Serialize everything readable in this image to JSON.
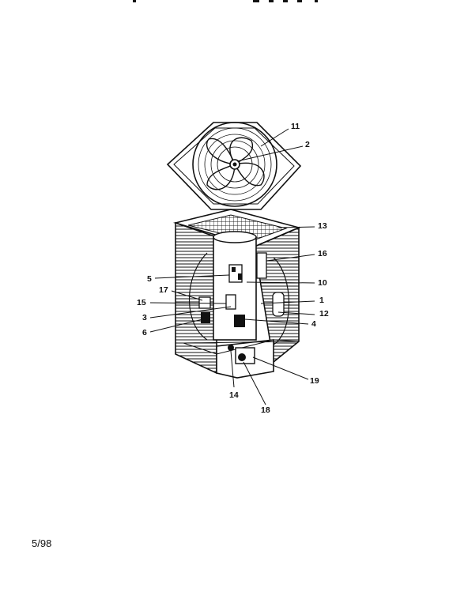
{
  "callouts": {
    "c11": "11",
    "c2": "2",
    "c13": "13",
    "c16": "16",
    "c5": "5",
    "c10": "10",
    "c17": "17",
    "c1": "1",
    "c15": "15",
    "c12": "12",
    "c3": "3",
    "c4": "4",
    "c6": "6",
    "c19": "19",
    "c14": "14",
    "c18": "18"
  },
  "footer": {
    "date_code": "5/98"
  }
}
